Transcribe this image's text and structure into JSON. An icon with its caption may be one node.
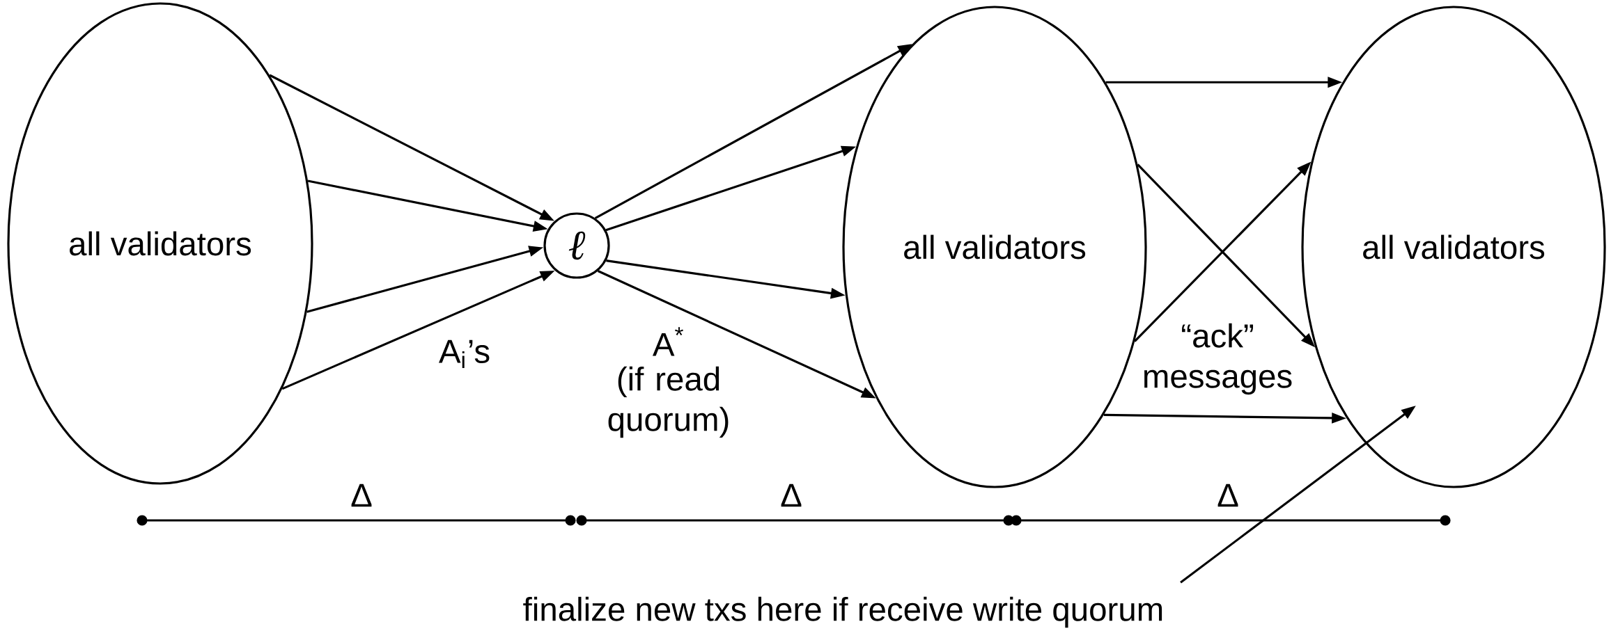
{
  "diagram": {
    "nodes": [
      {
        "text": [
          "all validators"
        ]
      },
      {
        "text": [
          "ℓ"
        ]
      },
      {
        "text": [
          "all validators"
        ]
      },
      {
        "text": [
          "all validators"
        ]
      },
      {
        "text": [
          "finalize new txs here if receive write quorum"
        ]
      }
    ],
    "edges": [
      {
        "from": 0,
        "to": 1,
        "arrow": "to"
      },
      {
        "from": 0,
        "to": 1,
        "arrow": "to"
      },
      {
        "from": 0,
        "to": 1,
        "arrow": "to"
      },
      {
        "from": 0,
        "to": 1,
        "arrow": "to"
      },
      {
        "from": 1,
        "to": 2,
        "arrow": "to"
      },
      {
        "from": 1,
        "to": 2,
        "arrow": "to"
      },
      {
        "from": 1,
        "to": 2,
        "arrow": "to"
      },
      {
        "from": 1,
        "to": 2,
        "arrow": "to"
      },
      {
        "from": 2,
        "to": 3,
        "arrow": "to"
      },
      {
        "from": 2,
        "to": 3,
        "arrow": "to"
      },
      {
        "from": 2,
        "to": 3,
        "arrow": "to"
      },
      {
        "from": 2,
        "to": 3,
        "arrow": "to"
      },
      {
        "from": 4,
        "to": 3,
        "arrow": "to"
      }
    ],
    "labels": [
      "A$_{i}$’s",
      "A$^{*}$",
      "(if read quorum)",
      "“ack” messages",
      "Δ",
      "Δ",
      "Δ"
    ]
  }
}
